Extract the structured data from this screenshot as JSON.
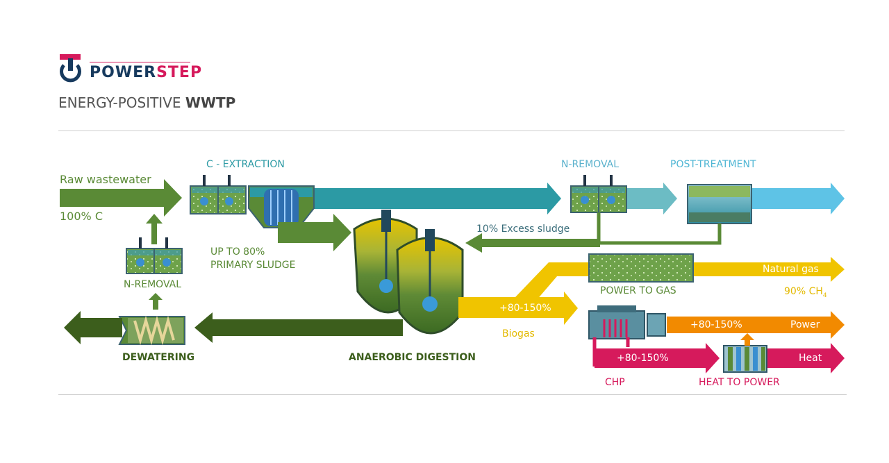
{
  "brand": {
    "name_part1": "POWER",
    "name_part2": "STEP",
    "logo_icon": "power-button-icon"
  },
  "title": {
    "part1": "ENERGY-POSITIVE ",
    "part2": "WWTP"
  },
  "flow": {
    "raw_wastewater": "Raw wastewater",
    "carbon_percent": "100% C",
    "c_extraction": "C - EXTRACTION",
    "n_removal_top": "N-REMOVAL",
    "post_treatment": "POST-TREATMENT",
    "excess_sludge": "10% Excess sludge",
    "primary_sludge_line1": "UP TO 80%",
    "primary_sludge_line2": "PRIMARY SLUDGE",
    "n_removal_left": "N-REMOVAL",
    "dewatering": "DEWATERING",
    "anaerobic_digestion": "ANAEROBIC DIGESTION",
    "biogas_gain": "+80-150%",
    "biogas": "Biogas",
    "power_to_gas": "POWER TO GAS",
    "natural_gas": "Natural gas",
    "ch4_percent": "90% CH",
    "ch4_subscript": "4",
    "power_gain": "+80-150%",
    "power": "Power",
    "heat_gain": "+80-150%",
    "heat": "Heat",
    "chp": "CHP",
    "heat_to_power": "HEAT TO POWER"
  },
  "colors": {
    "green": "#5a8a36",
    "dark_green": "#3c5e1c",
    "teal": "#2c9aa4",
    "light_teal": "#6cbcc4",
    "light_blue": "#5ec3e6",
    "yellow": "#f0c400",
    "orange": "#f28a00",
    "magenta": "#d61a5c",
    "brand_navy": "#173a5e"
  }
}
